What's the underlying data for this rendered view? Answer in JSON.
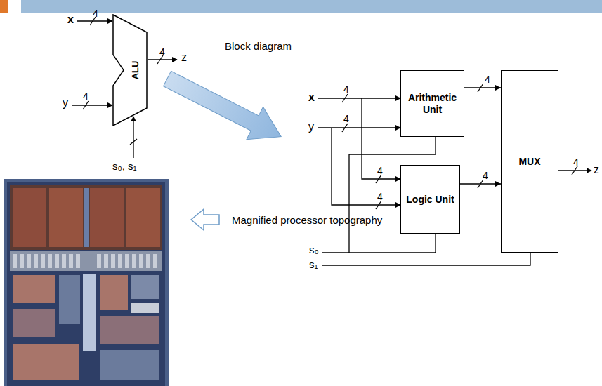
{
  "diagram": {
    "nodes": [
      {
        "text": [
          "ALU"
        ]
      },
      {
        "text": [
          "Arithmetic Unit"
        ]
      },
      {
        "text": [
          "Logic Unit"
        ]
      },
      {
        "text": [
          "MUX"
        ]
      }
    ],
    "edges": [
      {
        "from": 1,
        "to": 3,
        "arrow": "to",
        "label": "4"
      },
      {
        "from": 2,
        "to": 3,
        "arrow": "to",
        "label": "4"
      }
    ],
    "labels": [
      "Block diagram",
      "x",
      "4",
      "4",
      "z",
      "y",
      "4",
      "s₀, s₁",
      "x",
      "4",
      "y",
      "4",
      "4",
      "4",
      "4",
      "z",
      "s₀",
      "s₁",
      "Magnified processor topography"
    ]
  }
}
